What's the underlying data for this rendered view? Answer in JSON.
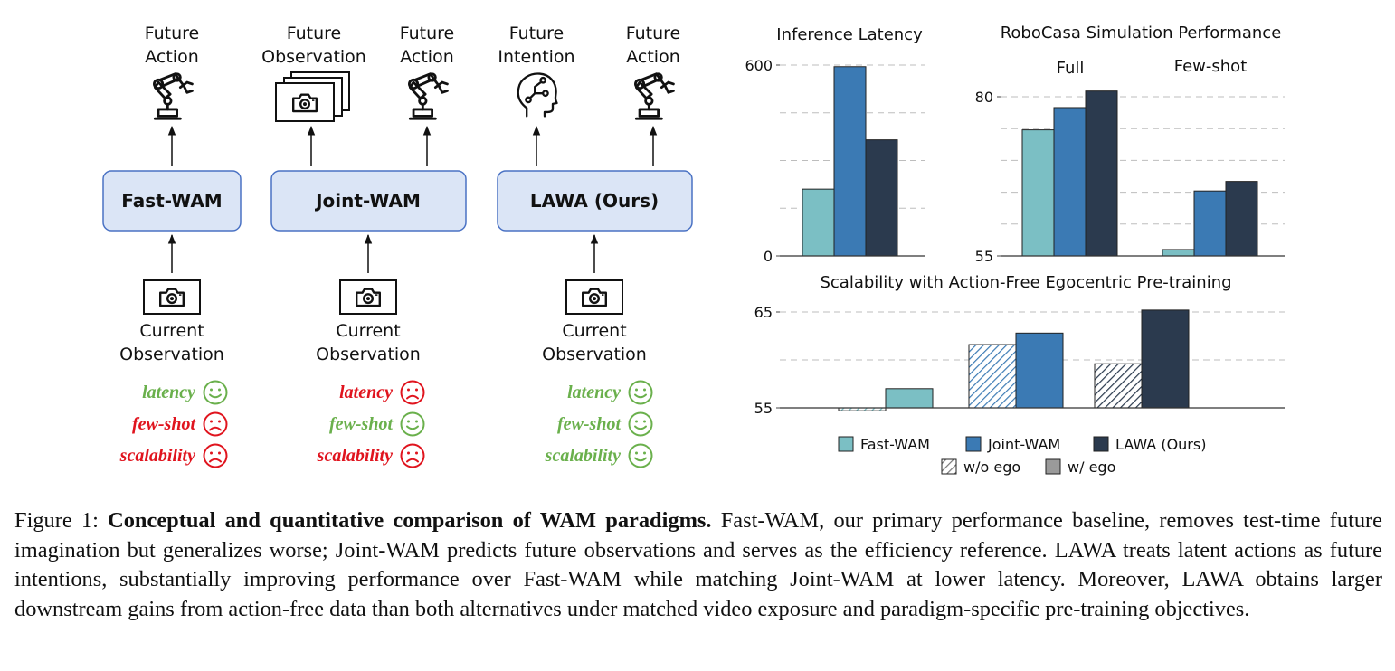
{
  "paradigms": [
    {
      "name": "Fast-WAM",
      "outputs": [
        {
          "line1": "Future",
          "line2": "Action",
          "icon": "robot-arm-icon"
        }
      ],
      "input": {
        "line1": "Current",
        "line2": "Observation",
        "icon": "camera-icon"
      },
      "properties": [
        {
          "label": "latency",
          "good": true
        },
        {
          "label": "few-shot",
          "good": false
        },
        {
          "label": "scalability",
          "good": false
        }
      ]
    },
    {
      "name": "Joint-WAM",
      "outputs": [
        {
          "line1": "Future",
          "line2": "Observation",
          "icon": "camera-stack-icon"
        },
        {
          "line1": "Future",
          "line2": "Action",
          "icon": "robot-arm-icon"
        }
      ],
      "input": {
        "line1": "Current",
        "line2": "Observation",
        "icon": "camera-icon"
      },
      "properties": [
        {
          "label": "latency",
          "good": false
        },
        {
          "label": "few-shot",
          "good": true
        },
        {
          "label": "scalability",
          "good": false
        }
      ]
    },
    {
      "name": "LAWA (Ours)",
      "outputs": [
        {
          "line1": "Future",
          "line2": "Intention",
          "icon": "head-brain-icon"
        },
        {
          "line1": "Future",
          "line2": "Action",
          "icon": "robot-arm-icon"
        }
      ],
      "input": {
        "line1": "Current",
        "line2": "Observation",
        "icon": "camera-icon"
      },
      "properties": [
        {
          "label": "latency",
          "good": true
        },
        {
          "label": "few-shot",
          "good": true
        },
        {
          "label": "scalability",
          "good": true
        }
      ]
    }
  ],
  "colors": {
    "fast_wam": "#7bbfc4",
    "joint_wam": "#3b7ab4",
    "lawa": "#2b3a4e",
    "good": "#6ab04c",
    "bad": "#e0141e",
    "block_fill": "#dbe5f6",
    "block_border": "#4a72c4"
  },
  "chart_data": [
    {
      "type": "bar",
      "title": "Inference Latency",
      "categories": [
        ""
      ],
      "series": [
        {
          "name": "Fast-WAM",
          "values": [
            210
          ]
        },
        {
          "name": "Joint-WAM",
          "values": [
            595
          ]
        },
        {
          "name": "LAWA (Ours)",
          "values": [
            365
          ]
        }
      ],
      "ylim": [
        0,
        600
      ],
      "yticks": [
        0,
        600
      ],
      "grid": true
    },
    {
      "type": "bar",
      "title": "RoboCasa Simulation Performance",
      "categories": [
        "Full",
        "Few-shot"
      ],
      "series": [
        {
          "name": "Fast-WAM",
          "values": [
            74.8,
            56.0
          ]
        },
        {
          "name": "Joint-WAM",
          "values": [
            78.3,
            65.2
          ]
        },
        {
          "name": "LAWA (Ours)",
          "values": [
            80.9,
            66.7
          ]
        }
      ],
      "ylim": [
        55,
        80
      ],
      "yticks": [
        55,
        80
      ],
      "grid": true
    },
    {
      "type": "bar",
      "title": "Scalability with Action-Free Egocentric Pre-training",
      "categories": [
        "Fast-WAM",
        "Joint-WAM",
        "LAWA (Ours)"
      ],
      "series": [
        {
          "name": "w/o ego",
          "values": [
            54.7,
            61.6,
            59.6
          ]
        },
        {
          "name": "w/ ego",
          "values": [
            57.0,
            62.8,
            65.2
          ]
        }
      ],
      "ylim": [
        55,
        65
      ],
      "yticks": [
        55,
        65
      ],
      "grid": true
    }
  ],
  "legend": {
    "models": [
      "Fast-WAM",
      "Joint-WAM",
      "LAWA (Ours)"
    ],
    "patterns": [
      "w/o ego",
      "w/ ego"
    ]
  },
  "caption": {
    "prefix": "Figure 1: ",
    "bold": "Conceptual and quantitative comparison of WAM paradigms.",
    "text": " Fast-WAM, our primary performance baseline, removes test-time future imagination but generalizes worse; Joint-WAM predicts future observations and serves as the efficiency reference. LAWA treats latent actions as future intentions, substantially improving performance over Fast-WAM while matching Joint-WAM at lower latency. Moreover, LAWA obtains larger downstream gains from action-free data than both alternatives under matched video exposure and paradigm-specific pre-training objectives."
  }
}
